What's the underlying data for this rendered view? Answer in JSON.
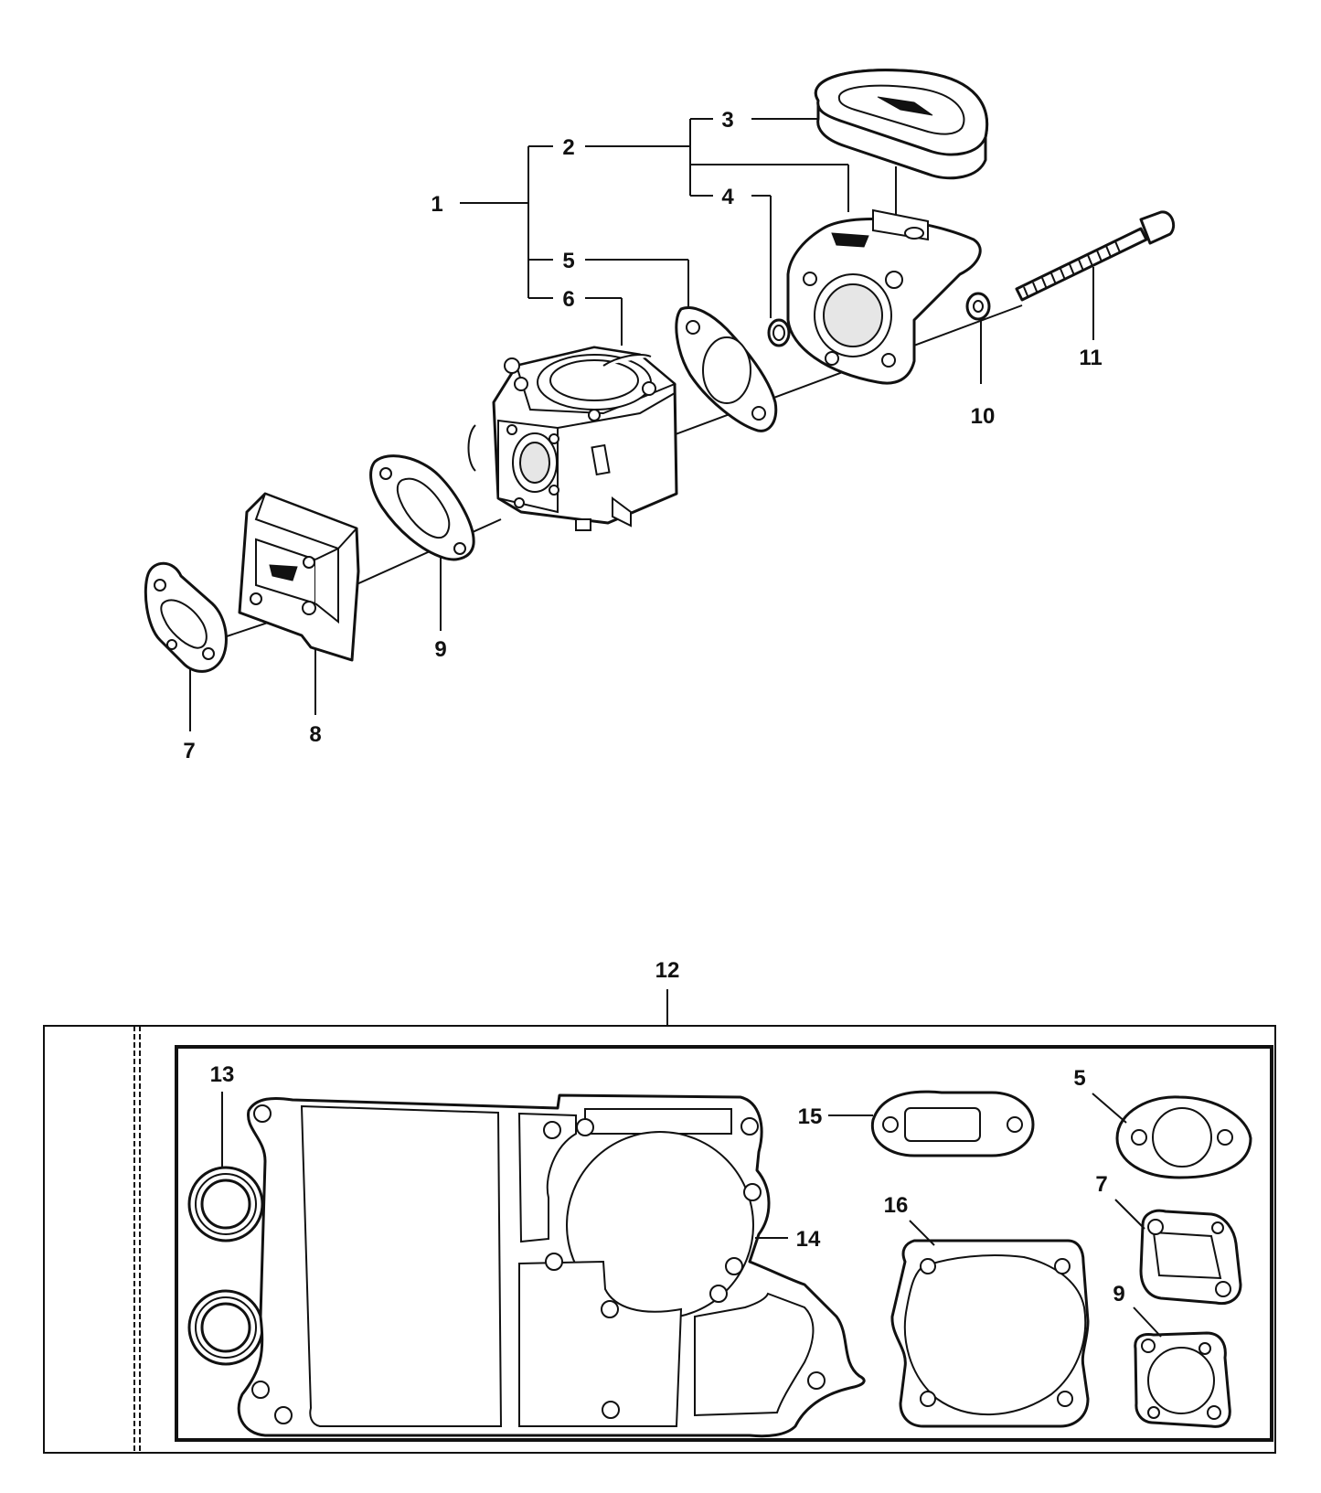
{
  "diagram": {
    "top_callouts": [
      "1",
      "2",
      "3",
      "4",
      "5",
      "6",
      "7",
      "8",
      "9",
      "10",
      "11"
    ],
    "kit_callout": "12",
    "kit_callouts": [
      "13",
      "14",
      "15",
      "16",
      "5",
      "7",
      "9"
    ]
  }
}
